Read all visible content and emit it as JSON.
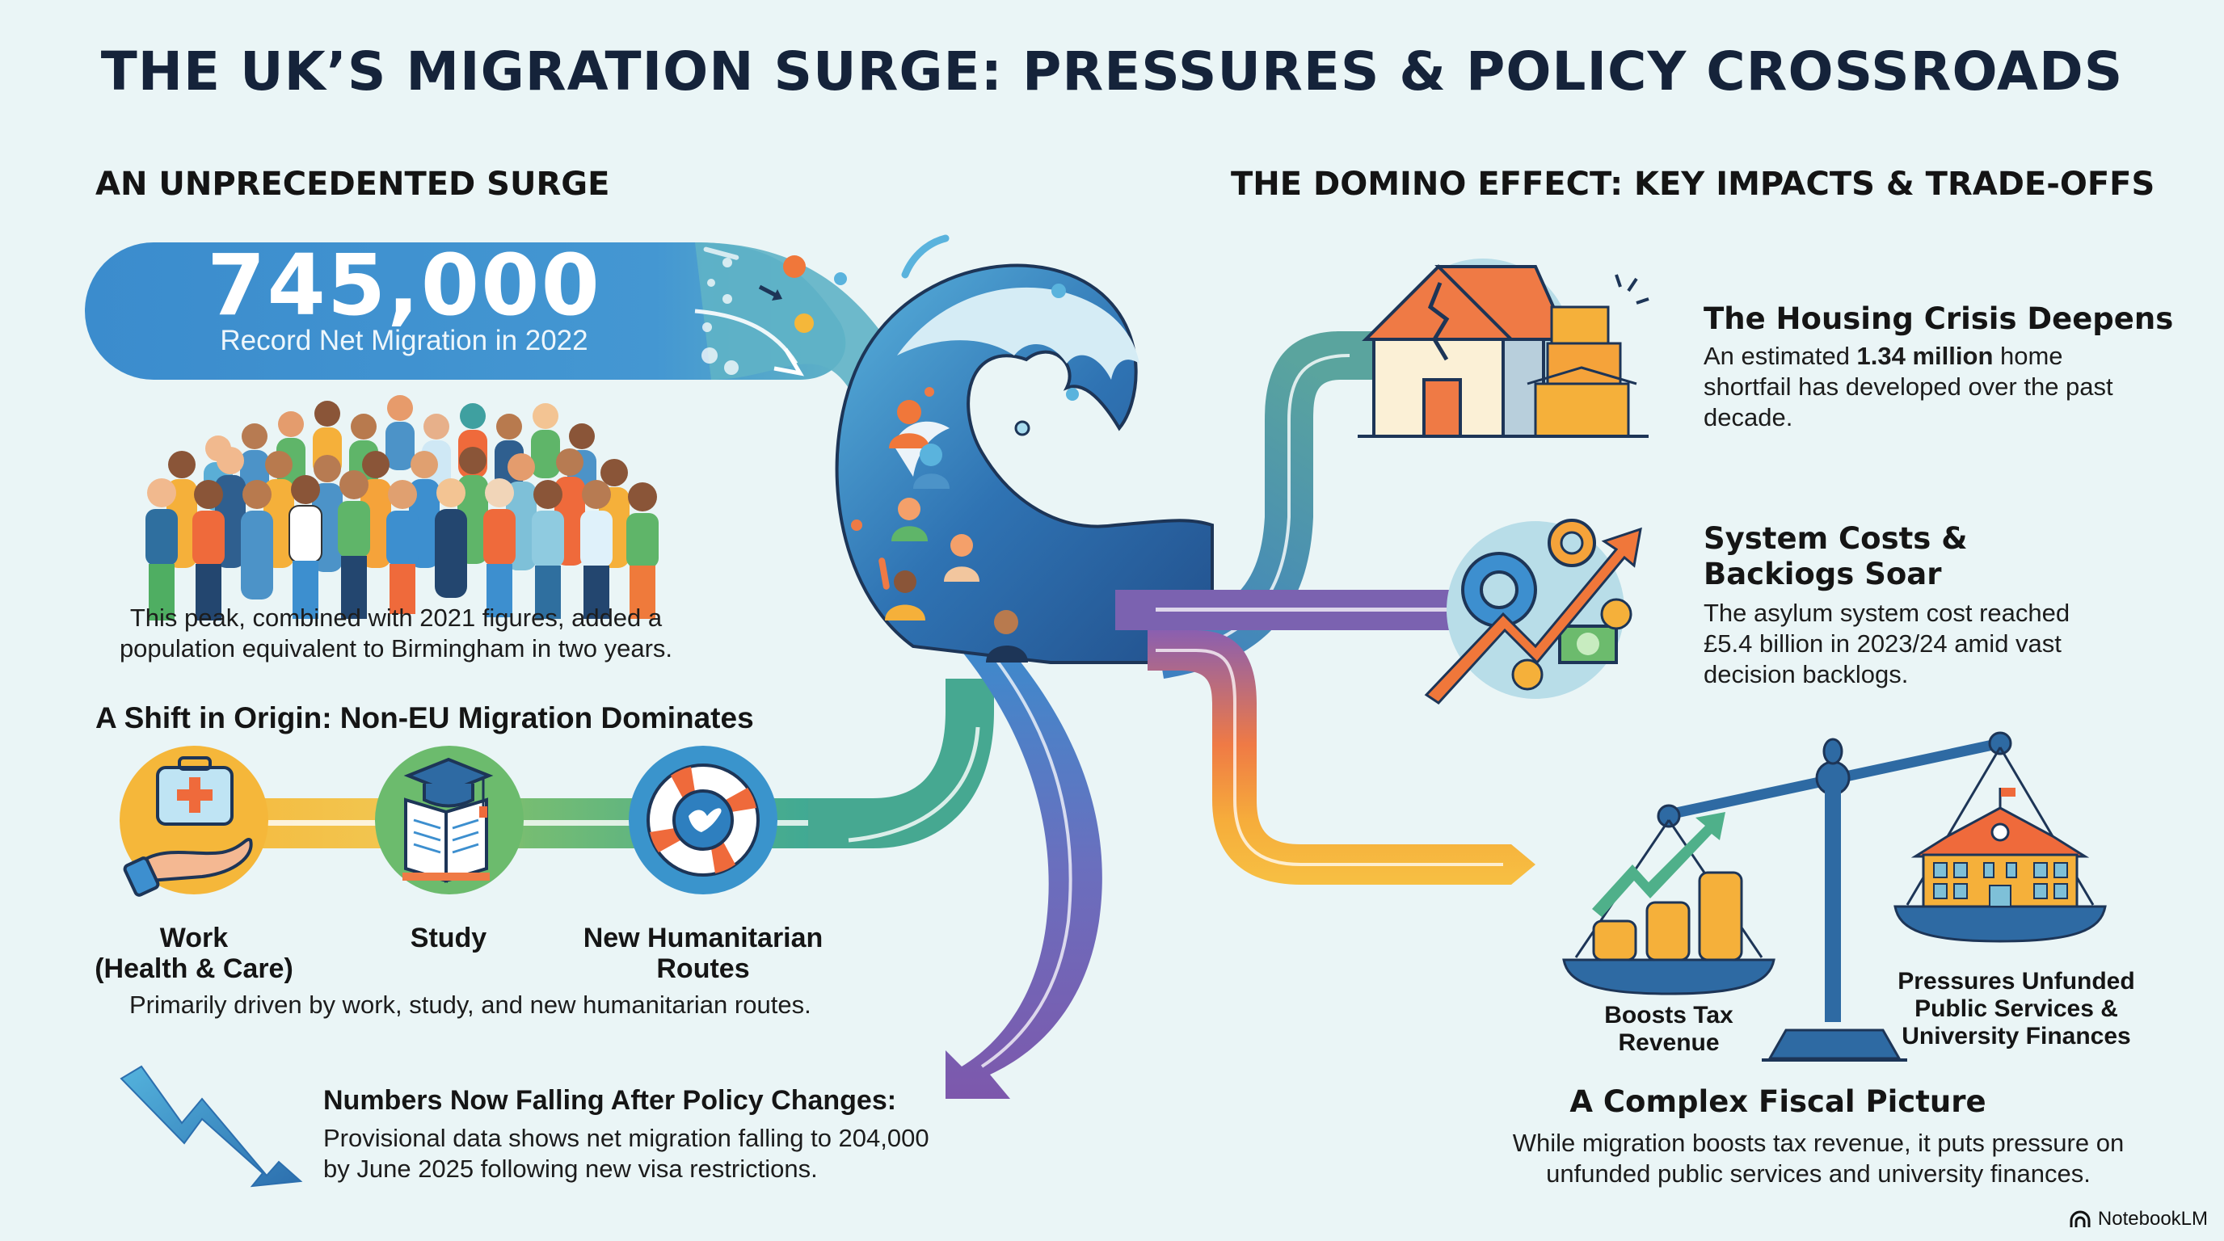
{
  "title": "THE UK’S MIGRATION SURGE: PRESSURES & POLICY CROSSROADS",
  "left": {
    "heading": "AN UNPRECEDENTED SURGE",
    "hero": {
      "number": "745,000",
      "caption": "Record Net Migration in 2022"
    },
    "crowd_caption": "This peak, combined with 2021 figures, added a population equivalent to Birmingham in two years.",
    "origin": {
      "heading": "A Shift in Origin: Non-EU Migration Dominates",
      "routes": [
        {
          "label_line1": "Work",
          "label_line2": "(Health & Care)",
          "icon": "medical-kit-hand-icon",
          "color": "#f5b73a"
        },
        {
          "label_line1": "Study",
          "label_line2": "",
          "icon": "book-graduation-cap-icon",
          "color": "#6cbb6d"
        },
        {
          "label_line1": "New Humanitarian",
          "label_line2": "Routes",
          "icon": "lifebuoy-dove-icon",
          "color": "#3a94cc"
        }
      ],
      "caption": "Primarily driven by work, study, and new humanitarian routes."
    },
    "falling": {
      "heading": "Numbers Now Falling After Policy Changes:",
      "text": "Provisional data shows net migration falling to 204,000 by June 2025 following new visa restrictions."
    }
  },
  "right": {
    "heading": "THE DOMINO EFFECT: KEY IMPACTS & TRADE-OFFS",
    "impacts": [
      {
        "title": "The Housing Crisis Deepens",
        "text_before": "An estimated ",
        "text_bold": "1.34 million",
        "text_after": " home shortfail has developed over the past decade.",
        "icon": "cracked-house-boxes-icon"
      },
      {
        "title_line1": "System Costs &",
        "title_line2": "Backiogs Soar",
        "text": "The asylum system cost reached £5.4 billion in 2023/24 amid vast decision backlogs.",
        "icon": "gears-rising-cost-icon"
      }
    ],
    "fiscal": {
      "left_pan_label_line1": "Boosts Tax",
      "left_pan_label_line2": "Revenue",
      "right_pan_label_line1": "Pressures Unfunded",
      "right_pan_label_line2": "Public Services &",
      "right_pan_label_line3": "University Finances",
      "heading": "A Complex Fiscal Picture",
      "text": "While migration boosts tax revenue, it puts pressure on unfunded public services and university finances."
    }
  },
  "colors": {
    "background": "#eaf5f6",
    "hero_blue": "#3d8fcf",
    "teal": "#4aa79a",
    "purple": "#7b62b0",
    "orange": "#f0773a",
    "yellow": "#f5b73a",
    "navy": "#15233a"
  },
  "brand": "NotebookLM"
}
